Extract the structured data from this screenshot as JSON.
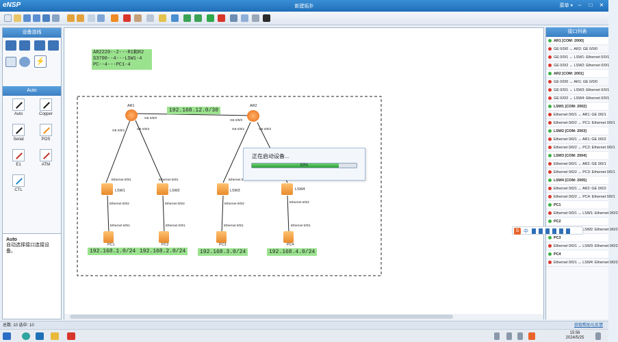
{
  "app": {
    "logo": "eNSP",
    "window_title": "新建拓扑",
    "menu_label": "菜单 ▾"
  },
  "left_panel": {
    "devices_header": "设备连线",
    "auto_header": "Auto",
    "cables": [
      {
        "label": "Auto",
        "icon": "auto-cable-icon",
        "color": "#1a1a1a"
      },
      {
        "label": "Copper",
        "icon": "copper-cable-icon",
        "color": "#1a1a1a"
      },
      {
        "label": "Serial",
        "icon": "serial-cable-icon",
        "color": "#1a1a1a"
      },
      {
        "label": "POS",
        "icon": "pos-cable-icon",
        "color": "#e89220"
      },
      {
        "label": "E1",
        "icon": "e1-cable-icon",
        "color": "#c0392b"
      },
      {
        "label": "ATM",
        "icon": "atm-cable-icon",
        "color": "#c0392b"
      },
      {
        "label": "CTL",
        "icon": "ctl-cable-icon",
        "color": "#2a8bc7"
      }
    ],
    "desc_title": "Auto",
    "desc_text": "自动选择接口连接设备。"
  },
  "canvas": {
    "note_lines": [
      "AR2220--2---R1和R2",
      "S3700--4---LSW1-4",
      "PC--4---PC1-4"
    ],
    "link_label": "192.168.12.0/30",
    "routers": [
      "AR1",
      "AR2"
    ],
    "switches": [
      "LSW1",
      "LSW2",
      "LSW3",
      "LSW4"
    ],
    "pcs": [
      "PC1",
      "PC2",
      "PC3",
      "PC4"
    ],
    "pc_subnets": [
      "192.168.1.0/24",
      "192.168.2.0/24",
      "192.168.3.0/24",
      "192.168.4.0/24"
    ],
    "port_labels": {
      "ar1_ge000": "GE 0/0/0",
      "ar1_ge001": "GE 0/0/1",
      "ar1_ge002": "GE 0/0/2",
      "ar2_ge000": "GE 0/0/0",
      "ar2_ge001": "GE 0/0/1",
      "ar2_ge002": "GE 0/0/2",
      "eth001": "Ethernet 0/0/1",
      "eth002": "Ethernet 0/0/2"
    }
  },
  "progress": {
    "title": "正在启动设备...",
    "value": 83,
    "percent_text": "83%"
  },
  "right_panel": {
    "header": "接口列表",
    "rows": [
      {
        "kind": "dev",
        "text": "AR1 [COM: 2000]"
      },
      {
        "kind": "if",
        "text": "GE 0/0/0 ↔ AR2: GE 0/0/0"
      },
      {
        "kind": "if",
        "text": "GE 0/0/1 ↔ LSW1: Ethernet 0/0/1"
      },
      {
        "kind": "if",
        "text": "GE 0/0/2 ↔ LSW2: Ethernet 0/0/1"
      },
      {
        "kind": "dev",
        "text": "AR2 [COM: 2001]"
      },
      {
        "kind": "if",
        "text": "GE 0/0/0 ↔ AR1: GE 0/0/0"
      },
      {
        "kind": "if",
        "text": "GE 0/0/1 ↔ LSW3: Ethernet 0/0/1"
      },
      {
        "kind": "if",
        "text": "GE 0/0/2 ↔ LSW4: Ethernet 0/0/1"
      },
      {
        "kind": "dev",
        "text": "LSW1 [COM: 2002]"
      },
      {
        "kind": "if",
        "text": "Ethernet 0/0/1 ↔ AR1: GE 0/0/1"
      },
      {
        "kind": "if",
        "text": "Ethernet 0/0/2 ↔ PC1: Ethernet 0/0/1"
      },
      {
        "kind": "dev",
        "text": "LSW2 [COM: 2003]"
      },
      {
        "kind": "if",
        "text": "Ethernet 0/0/1 ↔ AR1: GE 0/0/2"
      },
      {
        "kind": "if",
        "text": "Ethernet 0/0/2 ↔ PC2: Ethernet 0/0/1"
      },
      {
        "kind": "dev",
        "text": "LSW3 [COM: 2004]"
      },
      {
        "kind": "if",
        "text": "Ethernet 0/0/1 ↔ AR2: GE 0/0/1"
      },
      {
        "kind": "if",
        "text": "Ethernet 0/0/2 ↔ PC3: Ethernet 0/0/1"
      },
      {
        "kind": "dev",
        "text": "LSW4 [COM: 2005]"
      },
      {
        "kind": "if",
        "text": "Ethernet 0/0/1 ↔ AR2: GE 0/0/2"
      },
      {
        "kind": "if",
        "text": "Ethernet 0/0/2 ↔ PC4: Ethernet 0/0/1"
      },
      {
        "kind": "dev",
        "text": "PC1"
      },
      {
        "kind": "if",
        "text": "Ethernet 0/0/1 ↔ LSW1: Ethernet 0/0/2"
      },
      {
        "kind": "dev",
        "text": "PC2"
      },
      {
        "kind": "if",
        "text": "Ethernet 0/0/1 ↔ LSW2: Ethernet 0/0/2"
      },
      {
        "kind": "dev",
        "text": "PC3"
      },
      {
        "kind": "if",
        "text": "Ethernet 0/0/1 ↔ LSW3: Ethernet 0/0/2"
      },
      {
        "kind": "dev",
        "text": "PC4"
      },
      {
        "kind": "if",
        "text": "Ethernet 0/0/1 ↔ LSW4: Ethernet 0/0/2"
      }
    ]
  },
  "status": {
    "total": "总数: 10  选中: 10",
    "help": "获取帮助与反馈"
  },
  "taskbar": {
    "time": "15:56",
    "date": "2024/5/25"
  },
  "colors": {
    "accent": "#2f7ec8",
    "link_label_bg": "#9be28f",
    "progress_fill": "#3cb043"
  }
}
